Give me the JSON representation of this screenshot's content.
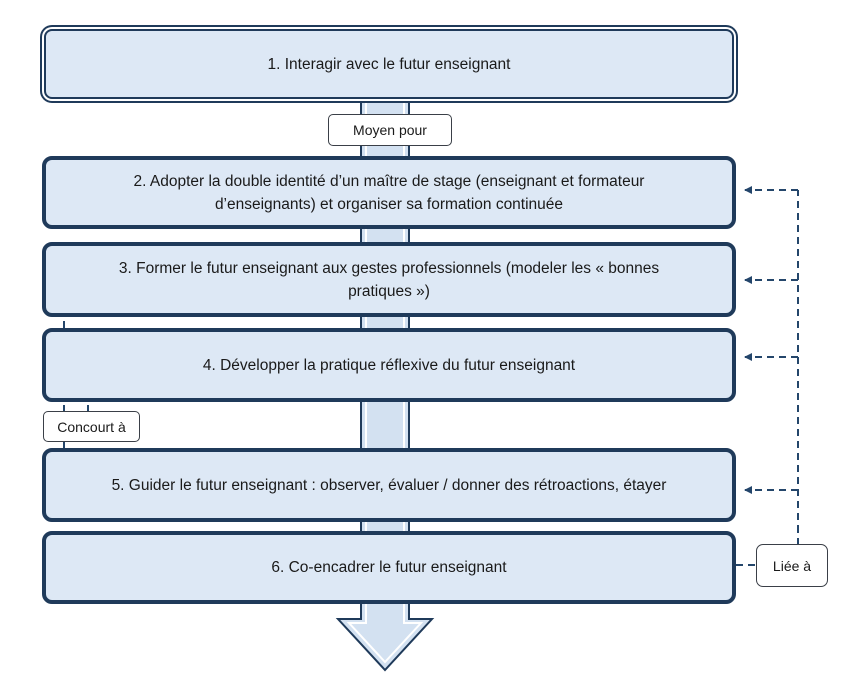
{
  "steps": [
    {
      "label": "1. Interagir avec le futur enseignant"
    },
    {
      "label": "2. Adopter la double identité d’un maître de stage (enseignant et formateur\nd’enseignants) et organiser sa formation continuée"
    },
    {
      "label": "3. Former le futur enseignant aux gestes professionnels (modeler les « bonnes pratiques »)"
    },
    {
      "label": "4.  Développer la pratique réflexive du futur enseignant"
    },
    {
      "label": "5.  Guider le futur enseignant : observer, évaluer / donner des rétroactions, étayer"
    },
    {
      "label": "6. Co-encadrer le futur enseignant"
    }
  ],
  "connectors": {
    "means": "Moyen pour",
    "contributes": "Concourt à",
    "linked": "Liée à"
  },
  "colors": {
    "box_fill": "#dde8f5",
    "box_border": "#1f3a5a",
    "arrow_fill": "#d3e1f1",
    "dash_line": "#24466b"
  }
}
